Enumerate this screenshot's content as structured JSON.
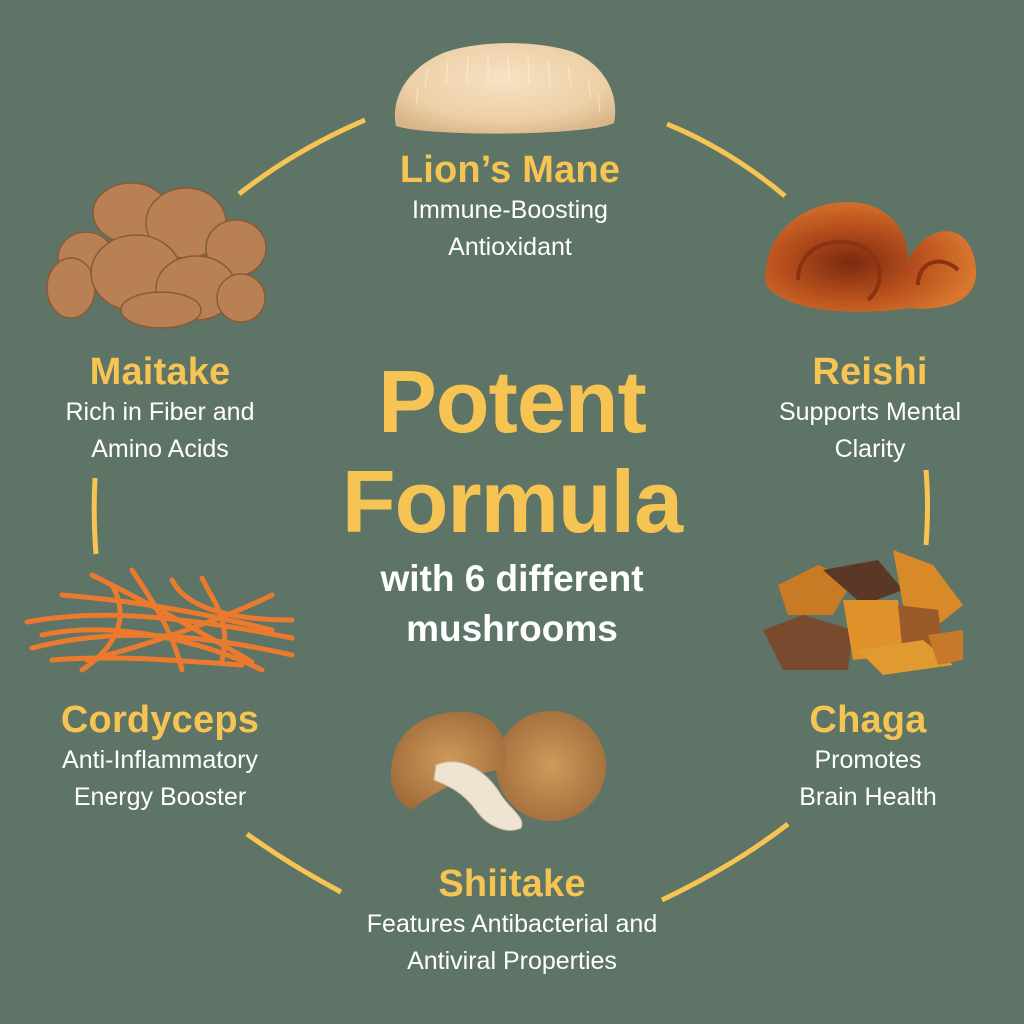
{
  "theme": {
    "background": "#5e7466",
    "accent": "#f6c453",
    "text": "#ffffff"
  },
  "center": {
    "title_line1": "Potent",
    "title_line2": "Formula",
    "subtitle_line1": "with 6 different",
    "subtitle_line2": "mushrooms"
  },
  "mushrooms": [
    {
      "name": "Lion’s Mane",
      "desc_line1": "Immune-Boosting",
      "desc_line2": "Antioxidant",
      "image": "lions-mane-image"
    },
    {
      "name": "Reishi",
      "desc_line1": "Supports Mental",
      "desc_line2": "Clarity",
      "image": "reishi-image"
    },
    {
      "name": "Chaga",
      "desc_line1": "Promotes",
      "desc_line2": "Brain Health",
      "image": "chaga-image"
    },
    {
      "name": "Shiitake",
      "desc_line1": "Features Antibacterial and",
      "desc_line2": "Antiviral Properties",
      "image": "shiitake-image"
    },
    {
      "name": "Cordyceps",
      "desc_line1": "Anti-Inflammatory",
      "desc_line2": "Energy Booster",
      "image": "cordyceps-image"
    },
    {
      "name": "Maitake",
      "desc_line1": "Rich in Fiber and",
      "desc_line2": "Amino Acids",
      "image": "maitake-image"
    }
  ]
}
